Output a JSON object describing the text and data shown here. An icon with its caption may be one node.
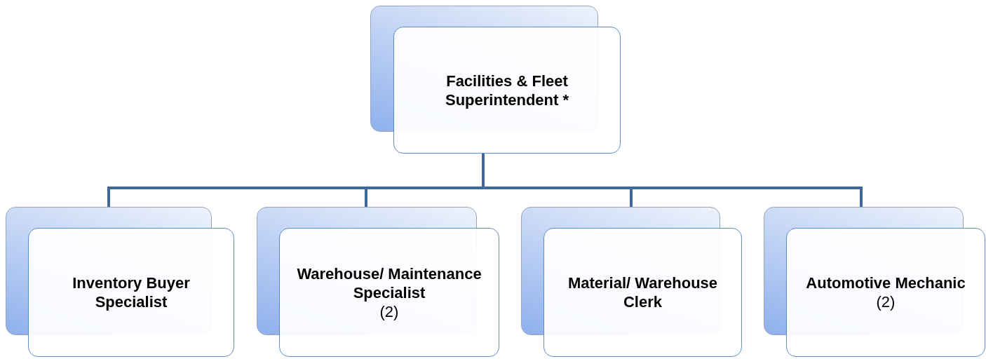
{
  "diagram": {
    "nodes": [
      {
        "text": [
          "Facilities & Fleet Superintendent *"
        ]
      },
      {
        "text": [
          "Inventory Buyer Specialist"
        ]
      },
      {
        "text": [
          "Warehouse/ Maintenance Specialist",
          "(2)"
        ]
      },
      {
        "text": [
          "Material/ Warehouse Clerk"
        ]
      },
      {
        "text": [
          "Automotive Mechanic",
          "(2)"
        ]
      }
    ],
    "edges": [
      {
        "from": 0,
        "to": 1,
        "arrow": "none"
      },
      {
        "from": 0,
        "to": 2,
        "arrow": "none"
      },
      {
        "from": 0,
        "to": 3,
        "arrow": "none"
      },
      {
        "from": 0,
        "to": 4,
        "arrow": "none"
      }
    ]
  }
}
